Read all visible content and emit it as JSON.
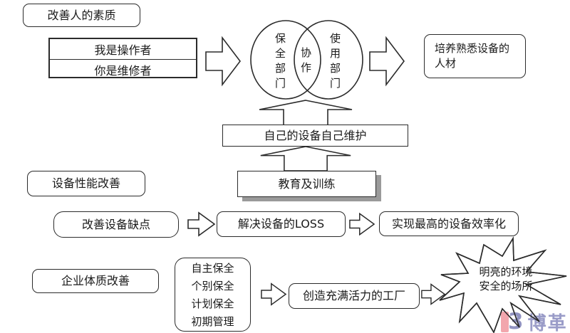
{
  "colors": {
    "line": "#2b2b2b",
    "shadow": "#9a9a9a",
    "logo_pink": "#f2a6ad",
    "logo_purple": "#9193c1"
  },
  "human_flow": {
    "title": "改善人的素质",
    "identity_top": "我是操作者",
    "identity_bottom": "你是维修者",
    "venn_left": "保全部门",
    "venn_overlap": "协作",
    "venn_right": "使用部门",
    "result_line1": "培养熟悉设备的",
    "result_line2": "人材",
    "maintain_slogan": "自己的设备自己维护",
    "training": "教育及训练"
  },
  "equipment_flow": {
    "title": "设备性能改善",
    "step1": "改善设备缺点",
    "step2": "解决设备的LOSS",
    "step3": "实现最高的设备效率化"
  },
  "enterprise_flow": {
    "title": "企业体质改善",
    "pillars": [
      "自主保全",
      "个别保全",
      "计划保全",
      "初期管理"
    ],
    "step": "创造充满活力的工厂",
    "burst_line1": "明亮的环境",
    "burst_line2": "安全的场所"
  },
  "watermark": {
    "brand": "博革"
  }
}
